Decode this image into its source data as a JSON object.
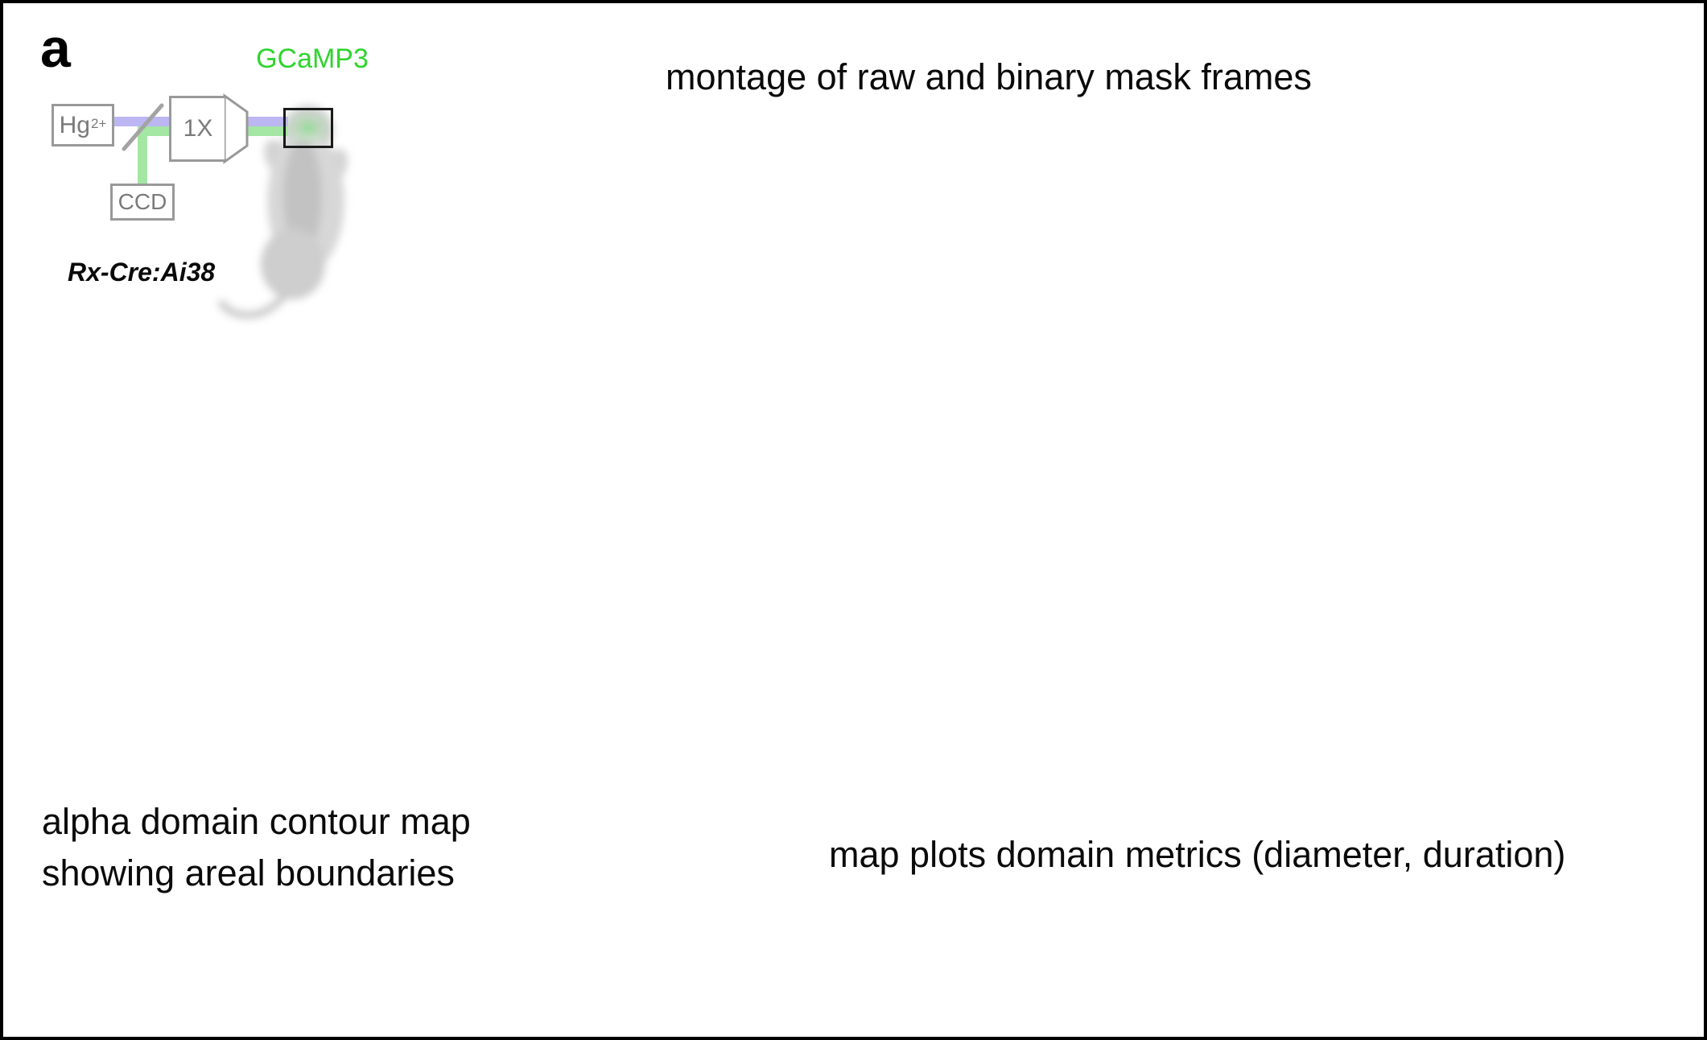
{
  "panel": {
    "label": "a"
  },
  "schematic": {
    "lamp_text": "Hg",
    "lamp_sup": "2+",
    "objective_label": "1X",
    "camera_label": "CCD",
    "reporter_label": "GCaMP3",
    "mouse_line_label": "Rx-Cre:Ai38"
  },
  "captions": {
    "montage": "montage of raw and binary mask frames",
    "contour_line1": "alpha domain contour map",
    "contour_line2": "showing areal boundaries",
    "map_plots": "map plots domain metrics (diameter, duration)"
  },
  "colors": {
    "gcamp_green": "#2fd42f",
    "beam_purple": "#bcb6f2",
    "beam_green": "#a4e6a4",
    "box_gray": "#999999",
    "box_text_gray": "#7a7a7a",
    "window_border": "#1a1a1a"
  }
}
